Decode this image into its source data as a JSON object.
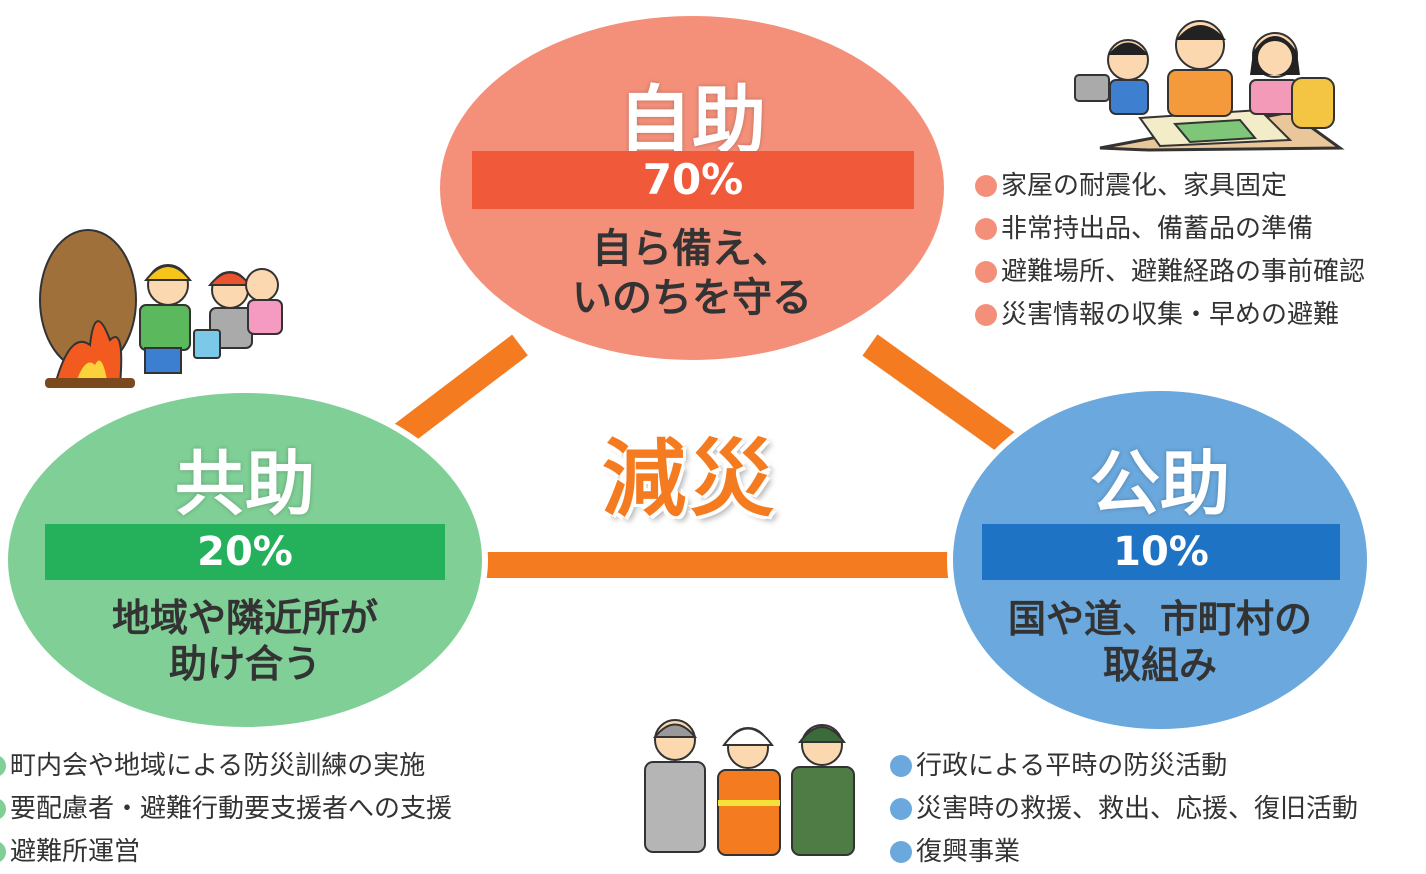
{
  "center_text": "減災",
  "colors": {
    "connector": "#f47b20",
    "jijo_fill": "#f4907a",
    "jijo_bar": "#f05a3a",
    "kyojo_fill": "#7fcf96",
    "kyojo_bar": "#25b05c",
    "kojo_fill": "#6aa8dd",
    "kojo_bar": "#1e73c4"
  },
  "jijo": {
    "title": "自助",
    "percent": "70%",
    "desc_line1": "自ら備え、",
    "desc_line2": "いのちを守る",
    "items": [
      "家屋の耐震化、家具固定",
      "非常持出品、備蓄品の準備",
      "避難場所、避難経路の事前確認",
      "災害情報の収集・早めの避難"
    ]
  },
  "kyojo": {
    "title": "共助",
    "percent": "20%",
    "desc_line1": "地域や隣近所が",
    "desc_line2": "助け合う",
    "items": [
      "町内会や地域による防災訓練の実施",
      "要配慮者・避難行動要支援者への支援",
      "避難所運営"
    ]
  },
  "kojo": {
    "title": "公助",
    "percent": "10%",
    "desc_line1": "国や道、市町村の",
    "desc_line2": "取組み",
    "items": [
      "行政による平時の防災活動",
      "災害時の救援、救出、応援、復旧活動",
      "復興事業"
    ]
  }
}
